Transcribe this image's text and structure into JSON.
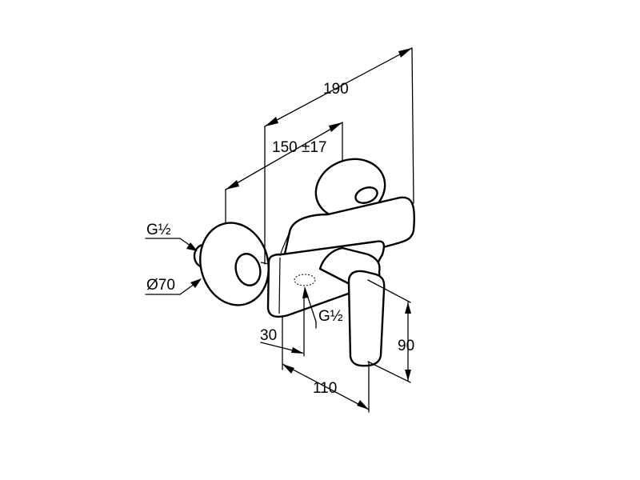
{
  "dimensions": {
    "overall_length": "190",
    "center_distance": "150 ±17",
    "connection_thread_left": "G½",
    "cover_diameter": "Ø70",
    "outlet_thread": "G½",
    "outlet_offset": "30",
    "depth": "110",
    "height": "90"
  }
}
